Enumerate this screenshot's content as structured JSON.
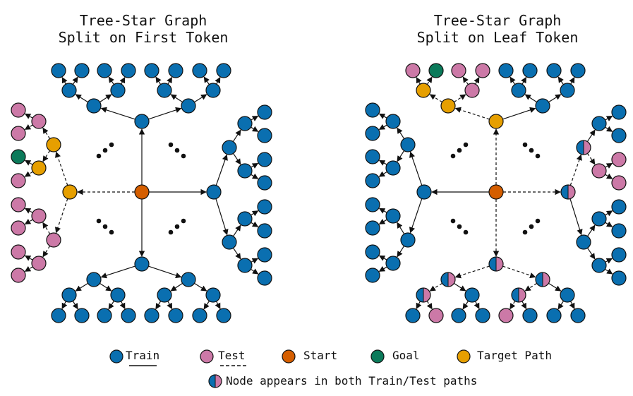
{
  "colors": {
    "train": "#0a6fb0",
    "test": "#cc79a7",
    "start": "#d55e00",
    "goal": "#0b7a5a",
    "target": "#e69f00"
  },
  "panels": [
    {
      "title_line1": "Tree-Star Graph",
      "title_line2": "Split on First Token"
    },
    {
      "title_line1": "Tree-Star Graph",
      "title_line2": "Split on Leaf Token"
    }
  ],
  "legend": {
    "train": "Train",
    "test": "Test",
    "start": "Start",
    "goal": "Goal",
    "target": "Target Path",
    "both": "Node appears in both Train/Test paths"
  }
}
